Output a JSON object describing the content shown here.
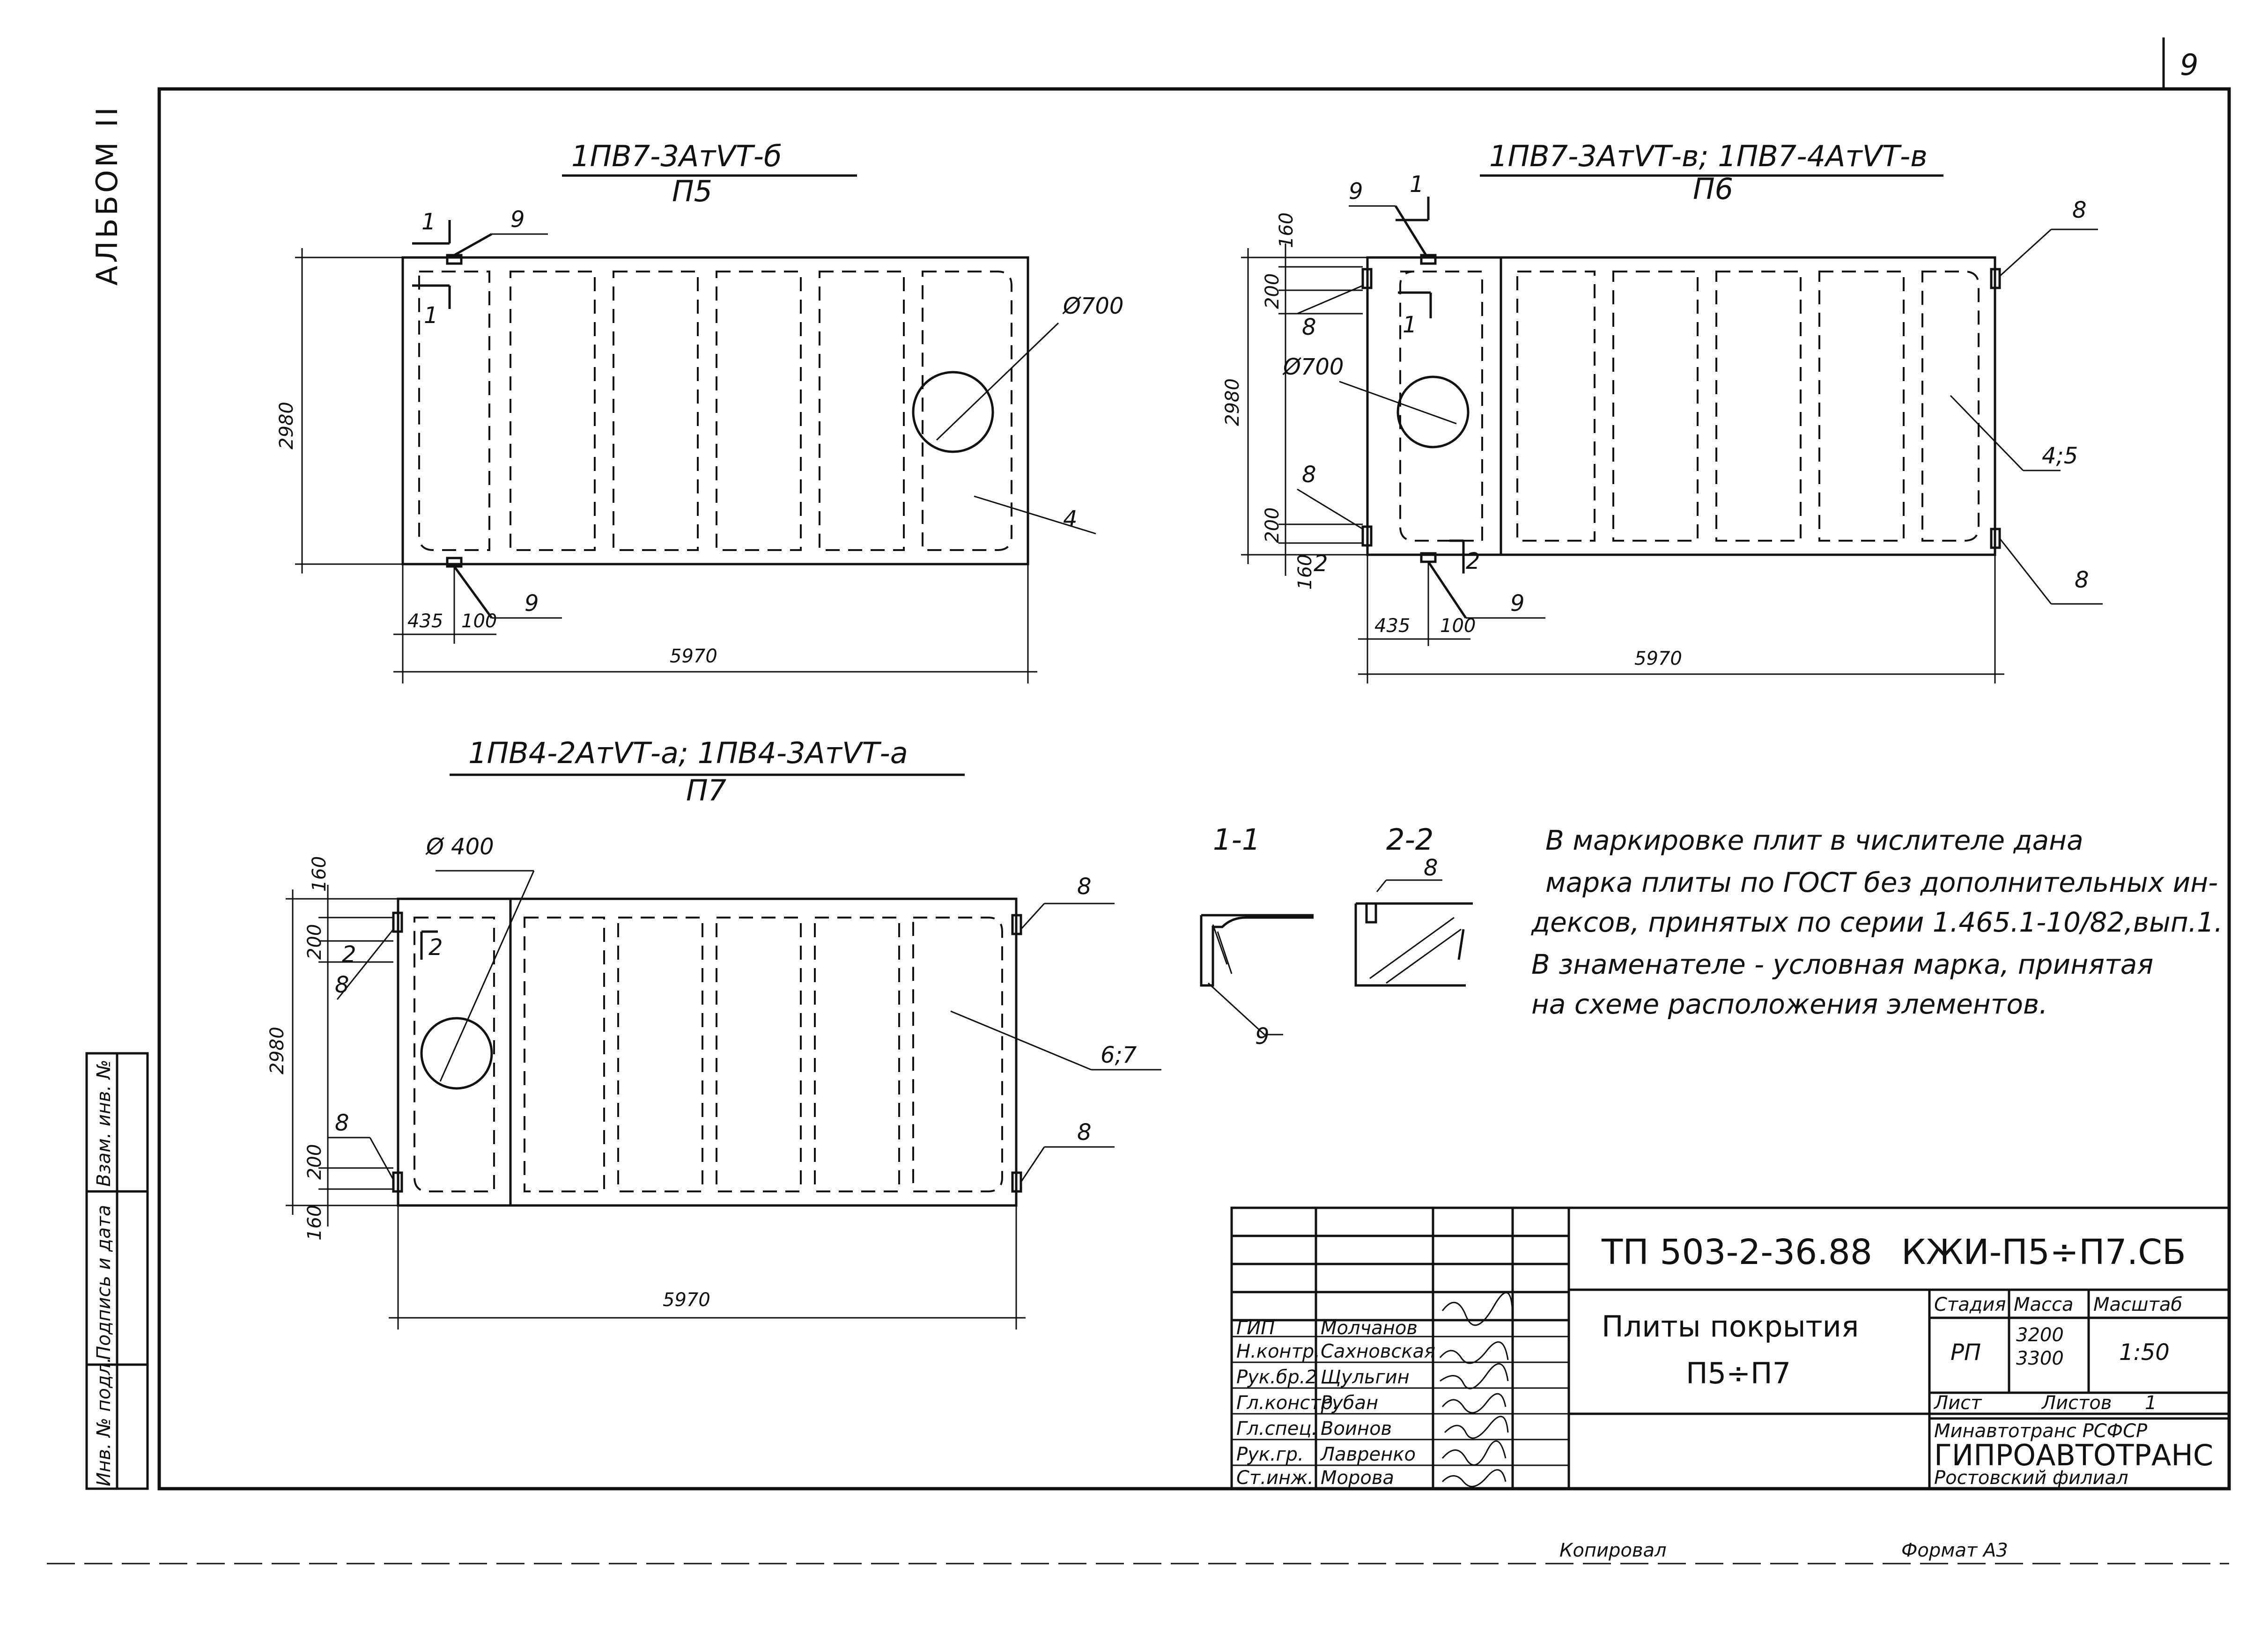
{
  "page": {
    "sheet_number": "9",
    "album_label": "АЛЬБОМ II",
    "footer_copied": "Копировал",
    "footer_format": "Формат А3"
  },
  "side_stamp": {
    "cells": [
      "Инв. № подл.",
      "Подпись и дата",
      "Взам. инв. №"
    ]
  },
  "drawings": {
    "p5": {
      "mark": "1ПВ7-3АтVТ-б",
      "symbol": "П5",
      "dims": {
        "length": "5970",
        "height": "2980",
        "d1": "435",
        "d2": "100"
      },
      "hole": "Ø700",
      "labels": {
        "section_top": "1",
        "section_bot": "1",
        "item_top": "9",
        "item_bot": "9",
        "item_body": "4"
      }
    },
    "p6": {
      "mark": "1ПВ7-3АтVТ-в; 1ПВ7-4АтVТ-в",
      "symbol": "П6",
      "dims": {
        "length": "5970",
        "height": "2980",
        "d1": "435",
        "d2": "100",
        "v160a": "160",
        "v200a": "200",
        "v200b": "200",
        "v160b": "160"
      },
      "hole": "Ø700",
      "labels": {
        "sec1_top": "1",
        "sec1_bot": "1",
        "sec2_a": "2",
        "sec2_b": "2",
        "item_top": "9",
        "item_bot": "9",
        "item8_l1": "8",
        "item8_l2": "8",
        "item8_r1": "8",
        "item8_r2": "8",
        "item_body": "4;5"
      }
    },
    "p7": {
      "mark": "1ПВ4-2АтVТ-а; 1ПВ4-3АтVТ-а",
      "symbol": "П7",
      "dims": {
        "length": "5970",
        "height": "2980",
        "v160a": "160",
        "v200a": "200",
        "v200b": "200",
        "v160b": "160"
      },
      "hole": "Ø 400",
      "labels": {
        "sec2_a": "2",
        "sec2_b": "2",
        "item8_l1": "8",
        "item8_l2": "8",
        "item8_r1": "8",
        "item8_r2": "8",
        "item_body": "6;7"
      }
    },
    "sections": {
      "s11": {
        "title": "1-1",
        "item": "9"
      },
      "s22": {
        "title": "2-2",
        "item": "8"
      }
    }
  },
  "note": {
    "lines": [
      "В маркировке плит в числителе дана",
      "марка плиты по ГОСТ без дополнительных ин-",
      "дексов, принятых по серии 1.465.1-10/82,вып.1.",
      "В знаменателе - условная марка, принятая",
      "на схеме расположения элементов."
    ]
  },
  "title_block": {
    "project_code": "ТП 503-2-36.88",
    "doc_code": "КЖИ-П5÷П7.СБ",
    "title_line1": "Плиты покрытия",
    "title_line2": "П5÷П7",
    "stage_header": "Стадия",
    "mass_header": "Масса",
    "scale_header": "Масштаб",
    "stage": "РП",
    "mass_1": "3200",
    "mass_2": "3300",
    "scale": "1:50",
    "sheet_label": "Лист",
    "sheets_label": "Листов",
    "sheets_count": "1",
    "org_1": "Минавтотранс РСФСР",
    "org_2": "ГИПРОАВТОТРАНС",
    "org_3": "Ростовский филиал",
    "signers": [
      {
        "role": "ГИП",
        "name": "Молчанов"
      },
      {
        "role": "Н.контр.",
        "name": "Сахновская"
      },
      {
        "role": "Рук.бр.2",
        "name": "Щульгин"
      },
      {
        "role": "Гл.констр.",
        "name": "Рубан"
      },
      {
        "role": "Гл.спец.",
        "name": "Воинов"
      },
      {
        "role": "Рук.гр.",
        "name": "Лавренко"
      },
      {
        "role": "Ст.инж.",
        "name": "Морова"
      }
    ]
  }
}
